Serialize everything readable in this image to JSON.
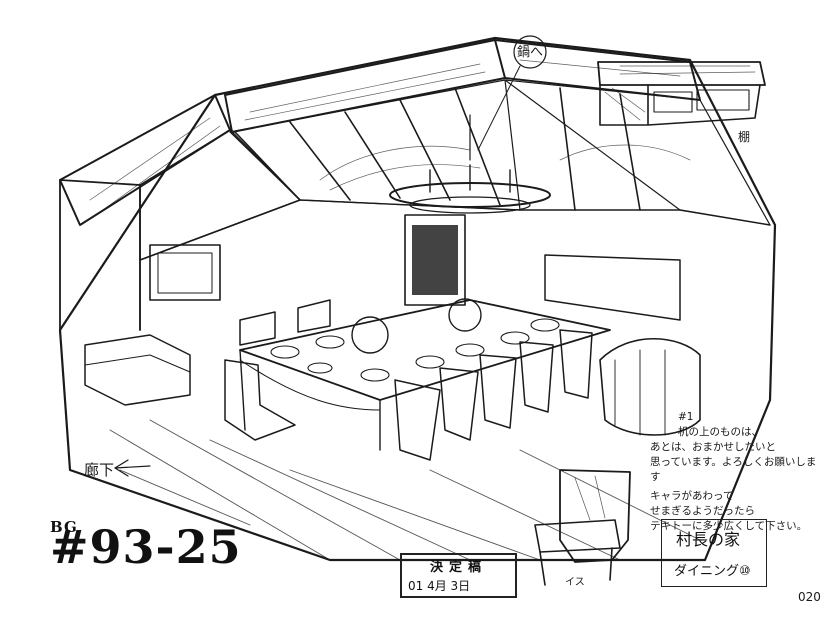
{
  "sheet": {
    "code_prefix": "BG",
    "code": "#93-25",
    "stamp_title": "決定稿",
    "stamp_date": "01 4月 3日",
    "title_box_line1": "村長の家",
    "title_box_line2": "ダイニング⑩",
    "page_number": "020"
  },
  "labels": {
    "chandelier_label": "鍋へ",
    "shelf_label": "棚",
    "corridor_label": "廊下",
    "chair_label": "イス"
  },
  "notes": {
    "mark": "#1",
    "lines": [
      "机の上のものは、",
      "あとは、おまかせしたいと",
      "思っています。よろしくお願いします",
      "キャラがあわって",
      "せまぎるようだったら",
      "テキトーに多少広くして下さい。"
    ]
  }
}
